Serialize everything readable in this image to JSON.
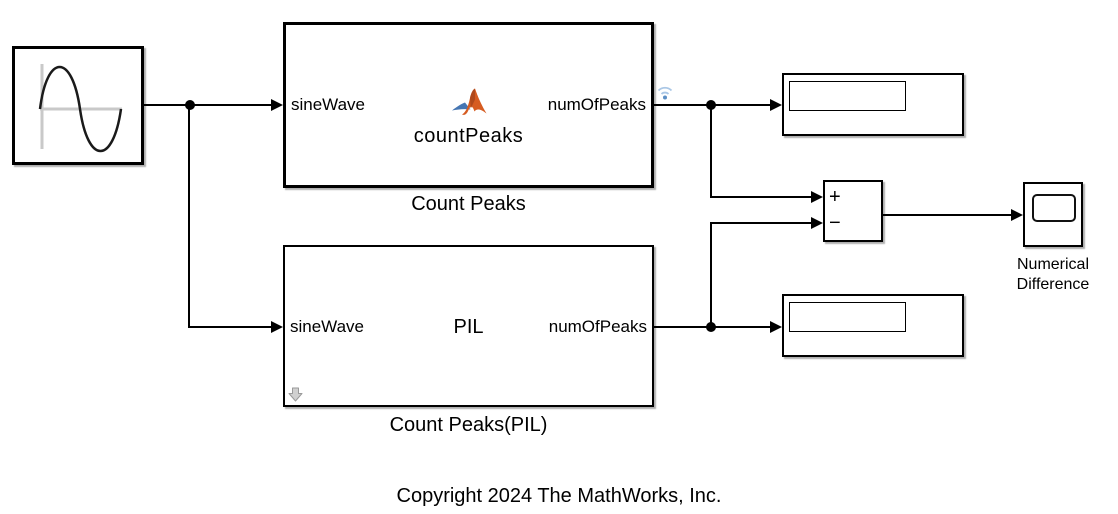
{
  "blocks": {
    "sine_wave": {
      "icon": "sine-wave-icon"
    },
    "count_peaks": {
      "label": "Count Peaks",
      "input_port": "sineWave",
      "output_port": "numOfPeaks",
      "body_text": "countPeaks",
      "icon": "matlab-logo-icon"
    },
    "count_peaks_pil": {
      "label": "Count Peaks(PIL)",
      "input_port": "sineWave",
      "output_port": "numOfPeaks",
      "body_text": "PIL",
      "icon": "pil-deploy-arrow-icon"
    },
    "display_top": {},
    "display_bottom": {},
    "sum": {
      "plus": "+",
      "minus": "−"
    },
    "scope": {
      "label_line1": "Numerical",
      "label_line2": "Difference"
    }
  },
  "badges": {
    "signal_logging": {
      "icon": "signal-logging-wifi-badge",
      "arc_color": "#aac7e6",
      "dot_color": "#5d8fc4"
    }
  },
  "colors": {
    "line": "#000000",
    "background": "#ffffff",
    "matlab_orange": "#d65c21",
    "matlab_orange_dark": "#b0491b",
    "matlab_blue": "#4576b3",
    "pil_arrow_gray": "#d0d0d0",
    "axis_gray": "#c9c9c9"
  },
  "footer": {
    "copyright": "Copyright 2024 The MathWorks, Inc."
  }
}
